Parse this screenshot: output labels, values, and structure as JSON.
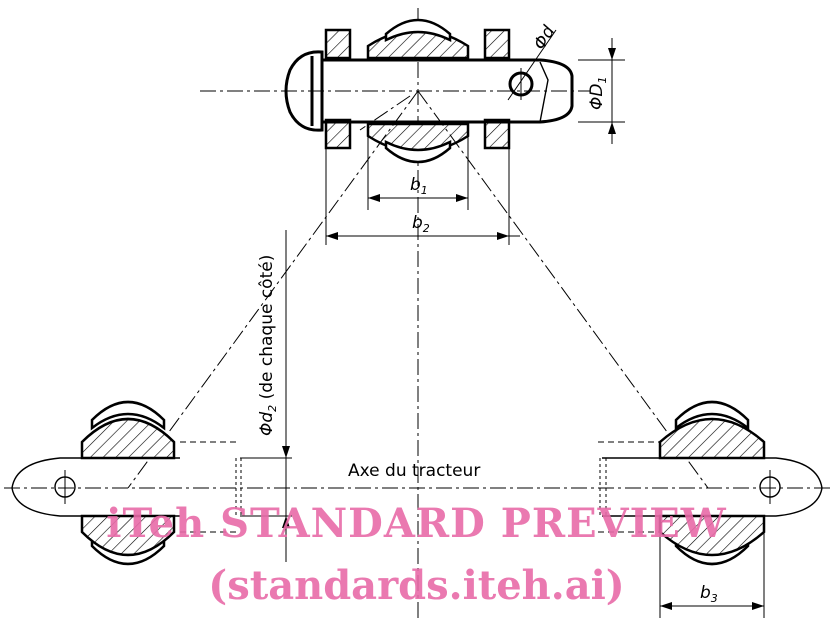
{
  "labels": {
    "phi_d": "Φd",
    "phi_D1": "ΦD",
    "phi_D1_sub": "1",
    "b1": "b",
    "b1_sub": "1",
    "b2": "b",
    "b2_sub": "2",
    "b3": "b",
    "b3_sub": "3",
    "phi_d2": "Φd",
    "phi_d2_sub": "2",
    "phi_d2_note": " (de chaque côté)",
    "tractor_axis": "Axe du tracteur"
  },
  "watermark": {
    "line1": "iTeh STANDARD PREVIEW",
    "line2": "(standards.iteh.ai)",
    "color": "#e86ba8"
  }
}
